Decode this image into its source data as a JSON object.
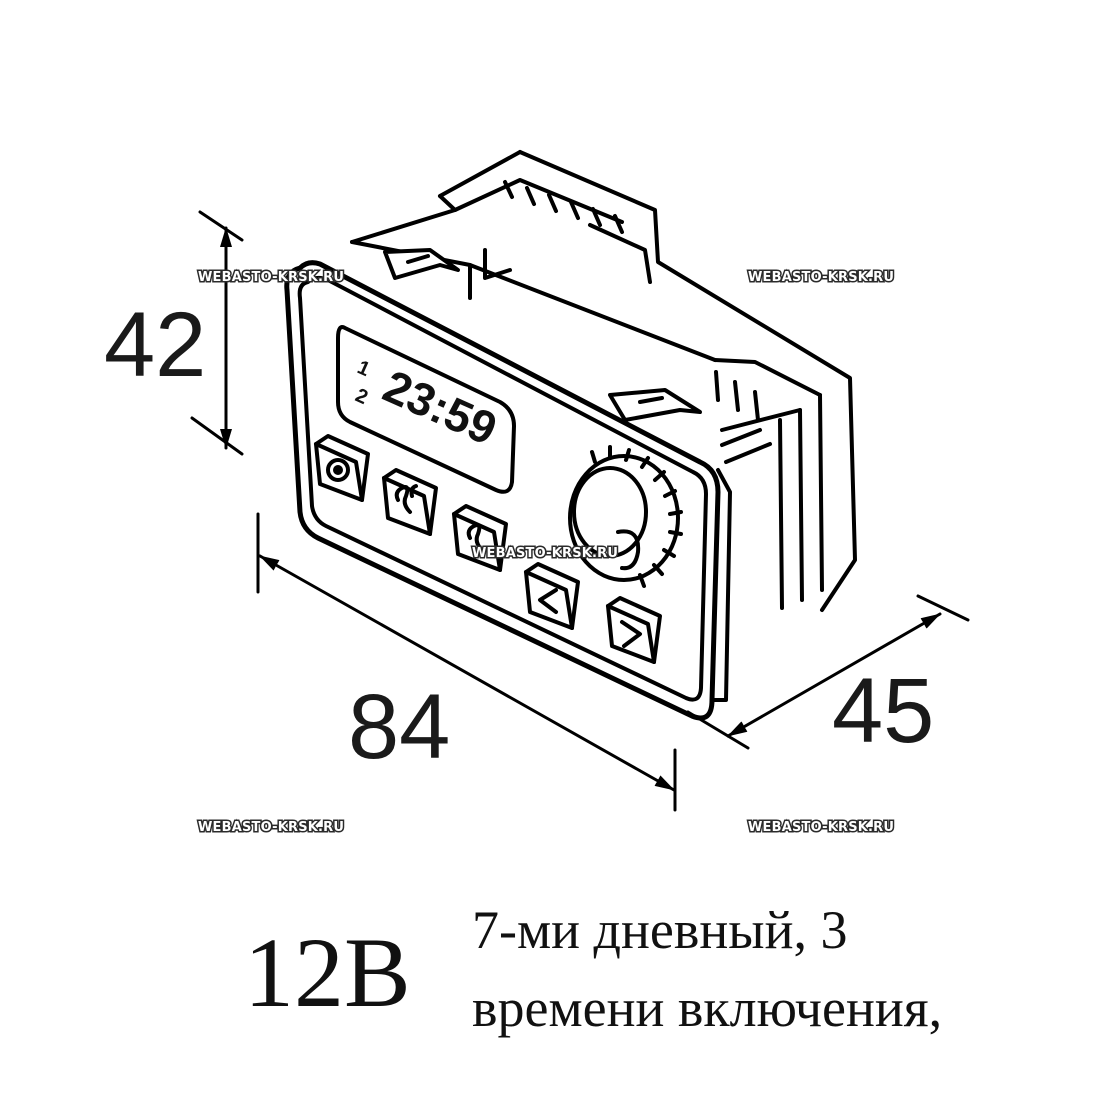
{
  "dimensions": {
    "height": "42",
    "width": "84",
    "depth": "45"
  },
  "display": {
    "program_top": "1",
    "program_bottom": "2",
    "time": "23:59"
  },
  "buttons": [
    {
      "icon": "power-icon"
    },
    {
      "icon": "heat-icon"
    },
    {
      "icon": "heat-timer-icon"
    },
    {
      "icon": "arrow-left-icon"
    },
    {
      "icon": "arrow-right-icon"
    }
  ],
  "knob": {
    "icon": "temperature-knob-icon"
  },
  "watermarks": [
    "WEBASTO-KRSK.RU",
    "WEBASTO-KRSK.RU",
    "WEBASTO-KRSK.RU",
    "WEBASTO-KRSK.RU",
    "WEBASTO-KRSK.RU"
  ],
  "caption": {
    "voltage": "12В",
    "description_line1": "7-ми дневный, 3",
    "description_line2": "времени включения,"
  }
}
